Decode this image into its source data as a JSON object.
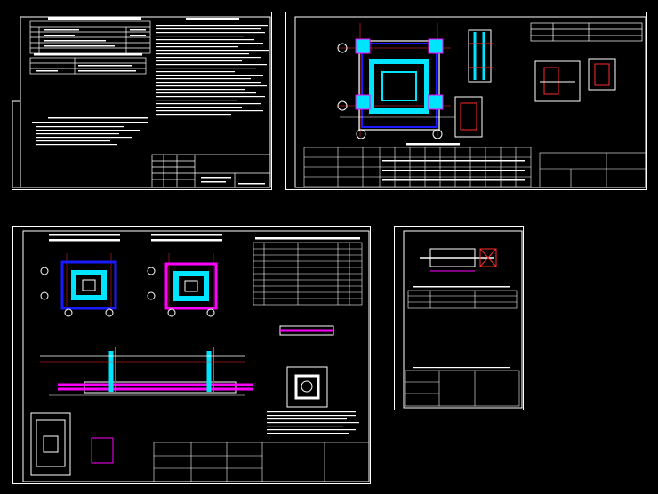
{
  "app": {
    "background": "#000000",
    "line_colors": {
      "frame": "#ffffff",
      "dimension": "#ff2a2a",
      "rebar": "#ff00ff",
      "concrete": "#00e5ff",
      "anchor": "#1a1aff",
      "axis": "#ffff00",
      "text": "#ffffff"
    }
  },
  "sheets": [
    {
      "id": "sheet-1-general-notes",
      "left_table_rows": 6,
      "notes_lines": 22,
      "stamp_rows": 5,
      "texts": {
        "title": "",
        "subtitle": "",
        "notes_heading": ""
      }
    },
    {
      "id": "sheet-2-anchor-plan",
      "schedule_rows": 3,
      "schedule_cols": 12,
      "axis_markers": 4,
      "texts": {
        "title": "",
        "schedule_heading": ""
      }
    },
    {
      "id": "sheet-3-foundation-detail",
      "plan_views": 2,
      "spec_rows": 10,
      "stamp_rows": 5,
      "texts": {
        "left_plan_title": "",
        "right_plan_title": "",
        "section_1_label": "",
        "section_2_label": "",
        "section_3_label": "",
        "spec_heading": ""
      }
    },
    {
      "id": "sheet-4-node-detail",
      "table_rows": 3,
      "stamp_rows": 4,
      "texts": {
        "node_label": "",
        "table_heading": ""
      }
    }
  ]
}
